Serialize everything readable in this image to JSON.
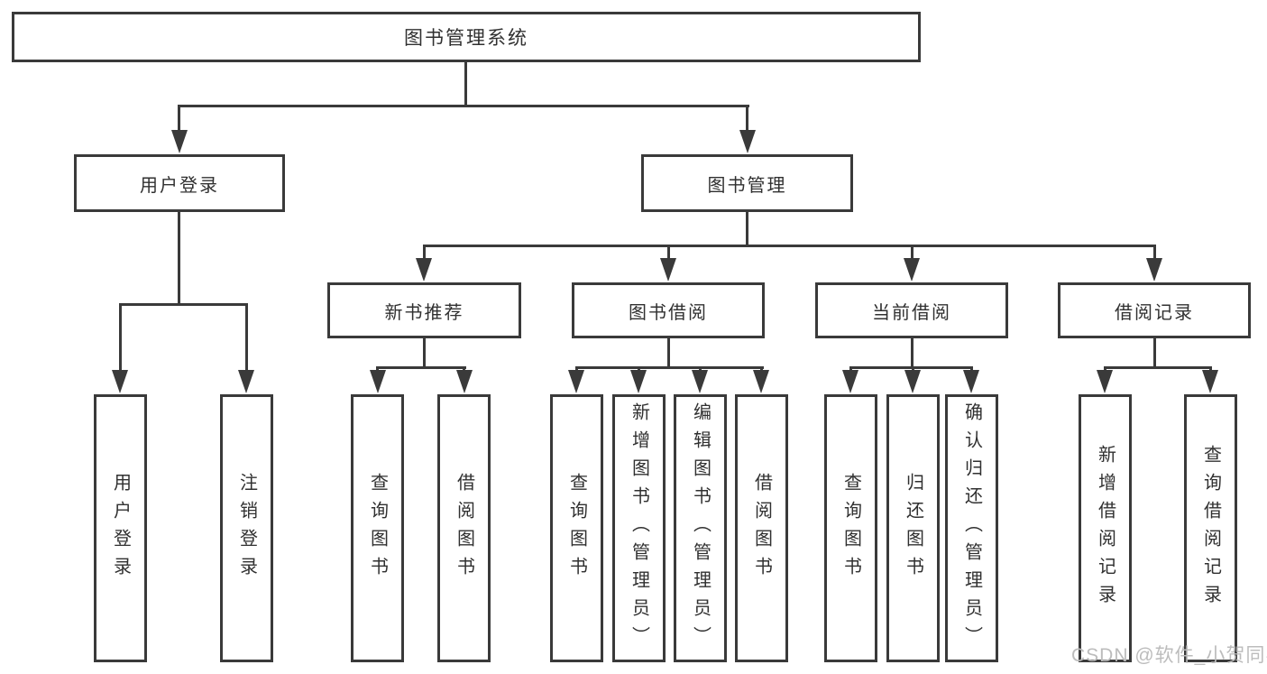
{
  "diagram": {
    "root": {
      "label": "图书管理系统"
    },
    "level2": [
      {
        "label": "用户登录"
      },
      {
        "label": "图书管理"
      }
    ],
    "level3": [
      {
        "label": "新书推荐"
      },
      {
        "label": "图书借阅"
      },
      {
        "label": "当前借阅"
      },
      {
        "label": "借阅记录"
      }
    ],
    "leaves": {
      "login": [
        "用户登录",
        "注销登录"
      ],
      "recommend": [
        "查询图书",
        "借阅图书"
      ],
      "borrow": [
        "查询图书",
        "新增图书（管理员）",
        "编辑图书（管理员）",
        "借阅图书"
      ],
      "current": [
        "查询图书",
        "归还图书",
        "确认归还（管理员）"
      ],
      "records": [
        "新增借阅记录",
        "查询借阅记录"
      ]
    }
  },
  "watermark": {
    "text": "CSDN @软件_小贺同学"
  },
  "colors": {
    "line": "#3a3a3a",
    "text": "#303030",
    "watermark": "#bcbcbc",
    "background": "#ffffff"
  }
}
